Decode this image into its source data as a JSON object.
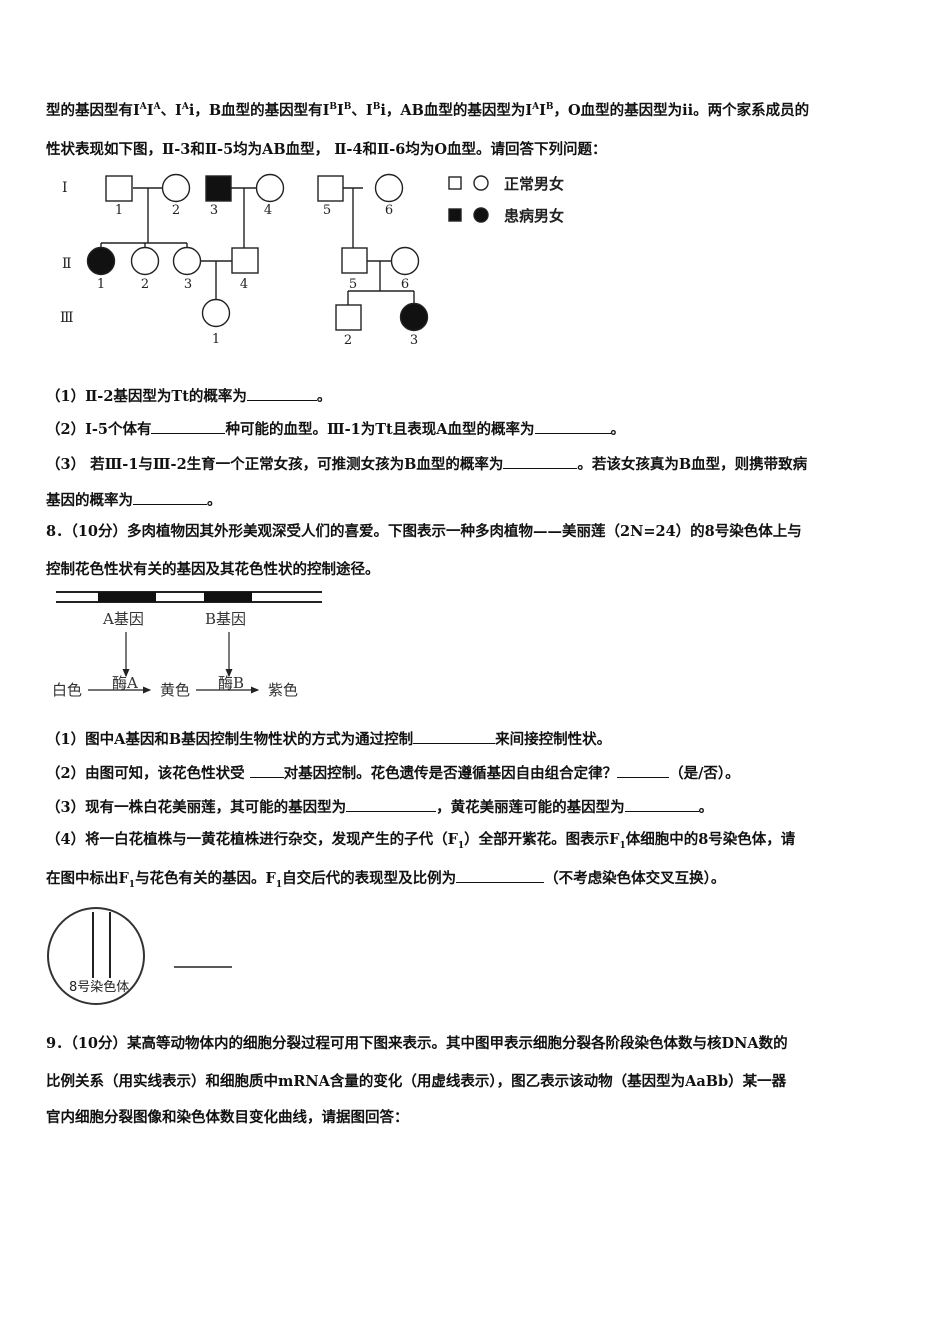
{
  "text": {
    "l1a": "型的基因型有I",
    "l1b": "A",
    "l1c": "I",
    "l1d": "A",
    "l1e": "、I",
    "l1f": "A",
    "l1g": "i，B血型的基因型有I",
    "l1h": "B",
    "l1i": "I",
    "l1j": "B",
    "l1k": "、I",
    "l1l": "B",
    "l1m": "i，AB血型的基因型为I",
    "l1n": "A",
    "l1o": "I",
    "l1p": "B",
    "l1q": "，O血型的基因型为ii。两个家系成员的",
    "l2": "性状表现如下图，Ⅱ-3和Ⅱ-5均为AB血型， Ⅱ-4和Ⅱ-6均为O血型。请回答下列问题：",
    "q7_1a": "（1）Ⅱ-2基因型为Tt的概率为",
    "q7_1b": "。",
    "q7_2a": "（2）Ⅰ-5个体有",
    "q7_2b": "种可能的血型。Ⅲ-1为Tt且表现A血型的概率为",
    "q7_2c": "。",
    "q7_3a": "（3） 若Ⅲ-1与Ⅲ-2生育一个正常女孩，可推测女孩为B血型的概率为",
    "q7_3b": "。若该女孩真为B血型，则携带致病",
    "q7_3c": "基因的概率为",
    "q7_3d": "。",
    "q8_a": "8．（10分）多肉植物因其外形美观深受人们的喜爱。下图表示一种多肉植物——美丽莲（2N=24）的8号染色体上与",
    "q8_b": "控制花色性状有关的基因及其花色性状的控制途径。",
    "q8_1a": "（1）图中A基因和B基因控制生物性状的方式为通过控制",
    "q8_1b": "来间接控制性状。",
    "q8_2a": "（2）由图可知，该花色性状受 ",
    "q8_2b": "对基因控制。花色遗传是否遵循基因自由组合定律？",
    "q8_2c": "（是/否）。",
    "q8_3a": "（3）现有一株白花美丽莲，其可能的基因型为",
    "q8_3b": "，黄花美丽莲可能的基因型为",
    "q8_3c": "。",
    "q8_4a": "（4）将一白花植株与一黄花植株进行杂交，发现产生的子代（F",
    "q8_4b": "1",
    "q8_4c": "）全部开紫花。图表示F",
    "q8_4d": "1",
    "q8_4e": "体细胞中的8号染色体，请",
    "q8_4f": "在图中标出F",
    "q8_4g": "1",
    "q8_4h": "与花色有关的基因。F",
    "q8_4i": "1",
    "q8_4j": "自交后代的表现型及比例为",
    "q8_4k": "（不考虑染色体交叉互换）。",
    "q9_a": "9．（10分）某高等动物体内的细胞分裂过程可用下图来表示。其中图甲表示细胞分裂各阶段染色体数与核DNA数的",
    "q9_b": "比例关系（用实线表示）和细胞质中mRNA含量的变化（用虚线表示），图乙表示该动物（基因型为AaBb）某一器",
    "q9_c": "官内细胞分裂图像和染色体数目变化曲线，请据图回答："
  },
  "pedigree": {
    "gen_I": "Ⅰ",
    "gen_II": "Ⅱ",
    "gen_III": "Ⅲ",
    "n_I1": "1",
    "n_I2": "2",
    "n_I3": "3",
    "n_I4": "4",
    "n_I5": "5",
    "n_I6": "6",
    "n_II1": "1",
    "n_II2": "2",
    "n_II3": "3",
    "n_II4": "4",
    "n_II5": "5",
    "n_II6": "6",
    "n_III1": "1",
    "n_III2": "2",
    "n_III3": "3",
    "legend_normal": "正常男女",
    "legend_affected": "患病男女"
  },
  "pathway": {
    "geneA": "A基因",
    "geneB": "B基因",
    "white": "白色",
    "enzymeA": "酶A",
    "yellow": "黄色",
    "enzymeB": "酶B",
    "purple": "紫色"
  },
  "cell": {
    "label": "8号染色体"
  }
}
